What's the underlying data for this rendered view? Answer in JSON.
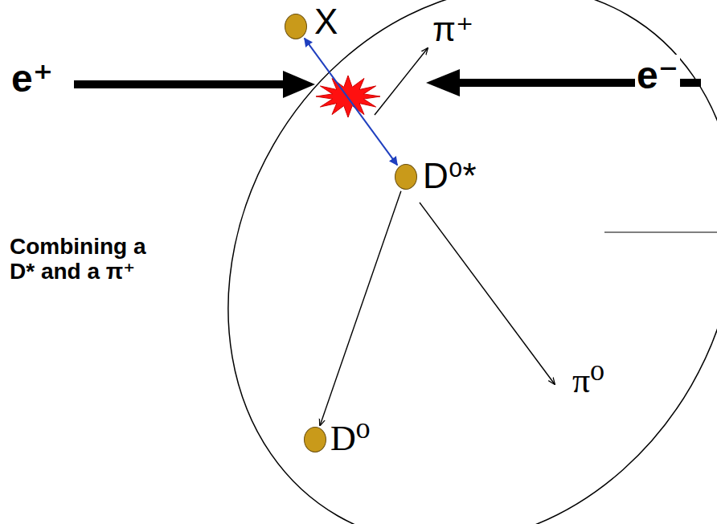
{
  "diagram": {
    "nodes": [
      {
        "text": [
          "X"
        ]
      },
      {
        "text": [
          "D⁰*"
        ]
      },
      {
        "text": [
          "D⁰"
        ]
      }
    ],
    "edges": [
      {
        "from": 0,
        "to": 1,
        "arrow": "both"
      },
      {
        "from": 1,
        "to": 2,
        "arrow": "to"
      }
    ],
    "labels": [
      "e⁺",
      "e⁻",
      "π⁺",
      "π⁰",
      "Combining a D* and a π⁺"
    ]
  }
}
